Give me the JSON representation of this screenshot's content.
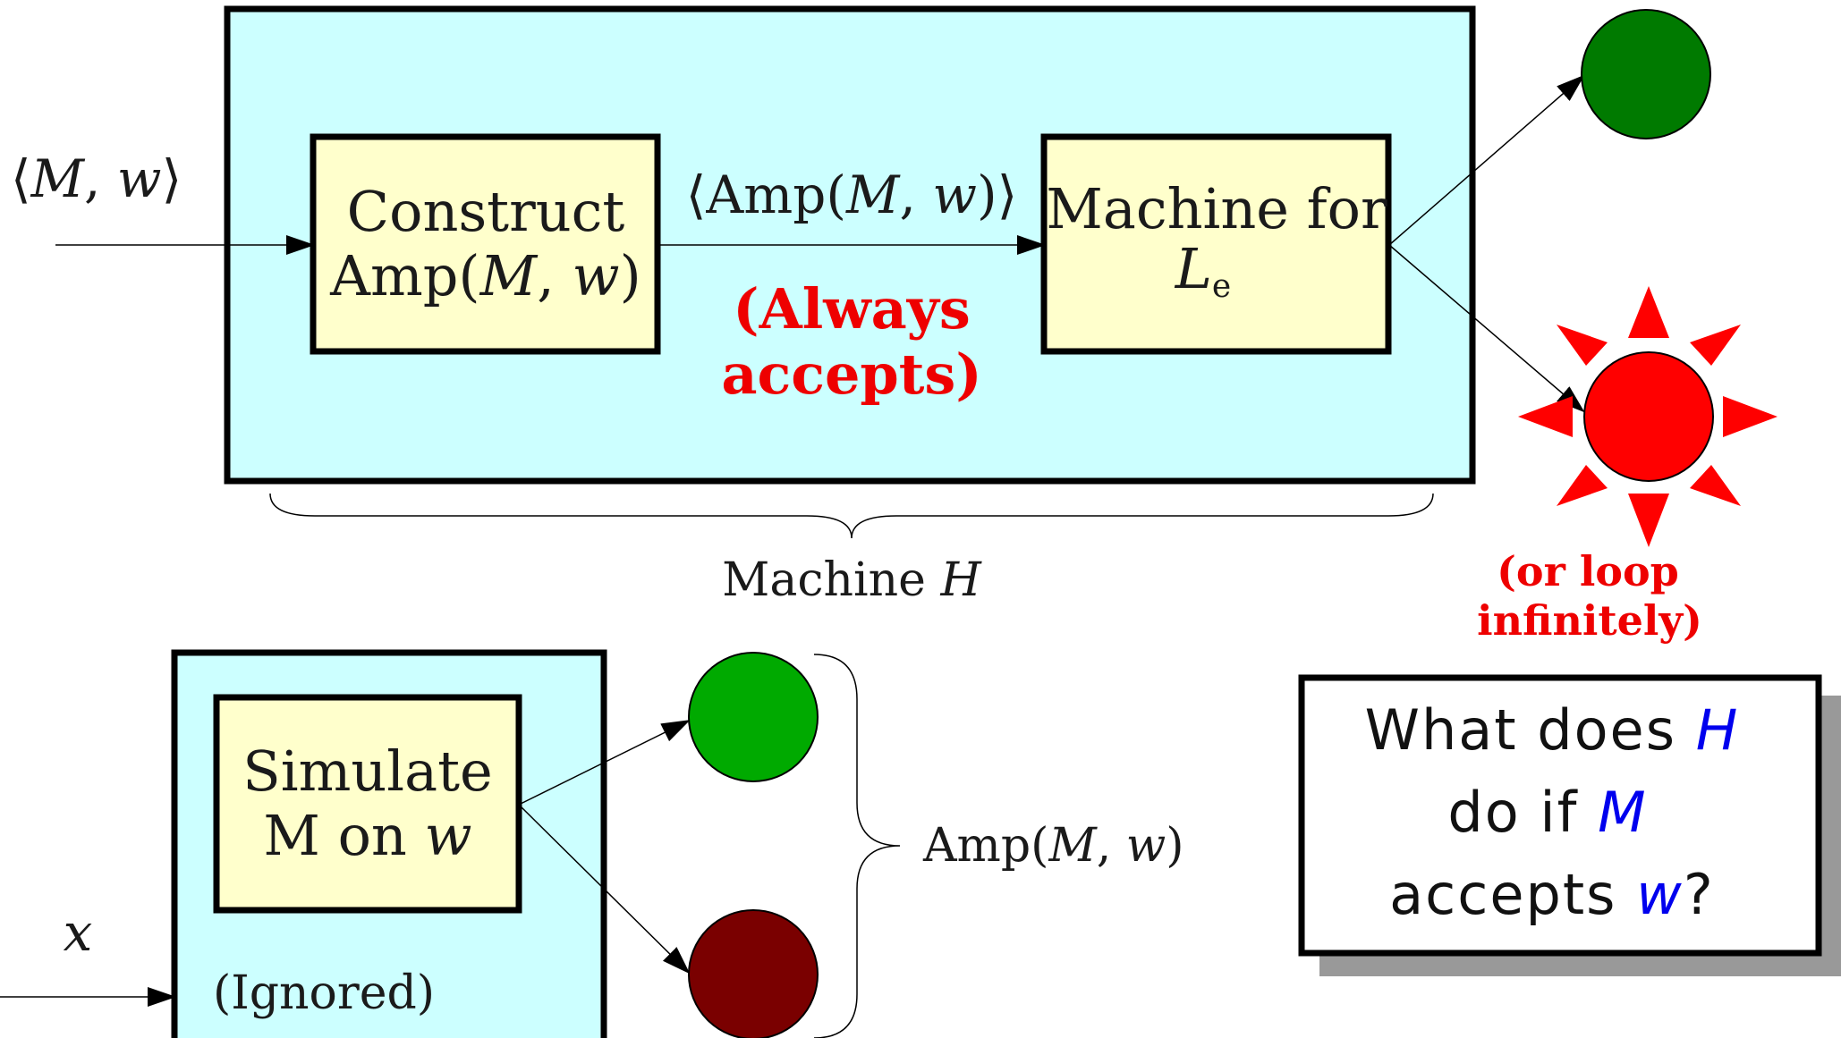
{
  "colors": {
    "machine_fill": "#ccffff",
    "step_fill": "#ffffcc",
    "accept_dark": "#007a00",
    "reject_bright": "#ff0000",
    "accept_bright": "#00aa00",
    "reject_dark": "#7a0000",
    "highlight_blue": "#0000ee",
    "warning_red": "#ee0000"
  },
  "input_label": {
    "open": "⟨",
    "M": "M",
    "sep": ", ",
    "w": "w",
    "close": "⟩"
  },
  "construct_box": {
    "line1": "Construct",
    "line2_a": "Amp(",
    "line2_M": "M",
    "line2_sep": ", ",
    "line2_w": "w",
    "line2_close": ")"
  },
  "amp_arrow_label": {
    "open": "⟨Amp(",
    "M": "M",
    "sep": ", ",
    "w": "w",
    "close": ")⟩"
  },
  "always_accepts": {
    "line1": "(Always",
    "line2": "accepts)"
  },
  "le_box": {
    "line1": "Machine for",
    "L": "L",
    "sub": "e"
  },
  "machine_h_label": {
    "prefix": "Machine ",
    "H": "H"
  },
  "loop_note": {
    "line1": "(or loop",
    "line2": "infinitely)"
  },
  "simulate_box": {
    "line1": "Simulate",
    "line2_a": "M on ",
    "line2_w": "w"
  },
  "x_label": "x",
  "ignored_label": "(Ignored)",
  "amp_brace_label": {
    "a": "Amp(",
    "M": "M",
    "sep": ", ",
    "w": "w",
    "close": ")"
  },
  "question": {
    "line1_a": "What does ",
    "line1_H": "H",
    "line2_a": "do if ",
    "line2_M": "M",
    "line3_a": "accepts ",
    "line3_w": "w",
    "line3_q": "?"
  }
}
